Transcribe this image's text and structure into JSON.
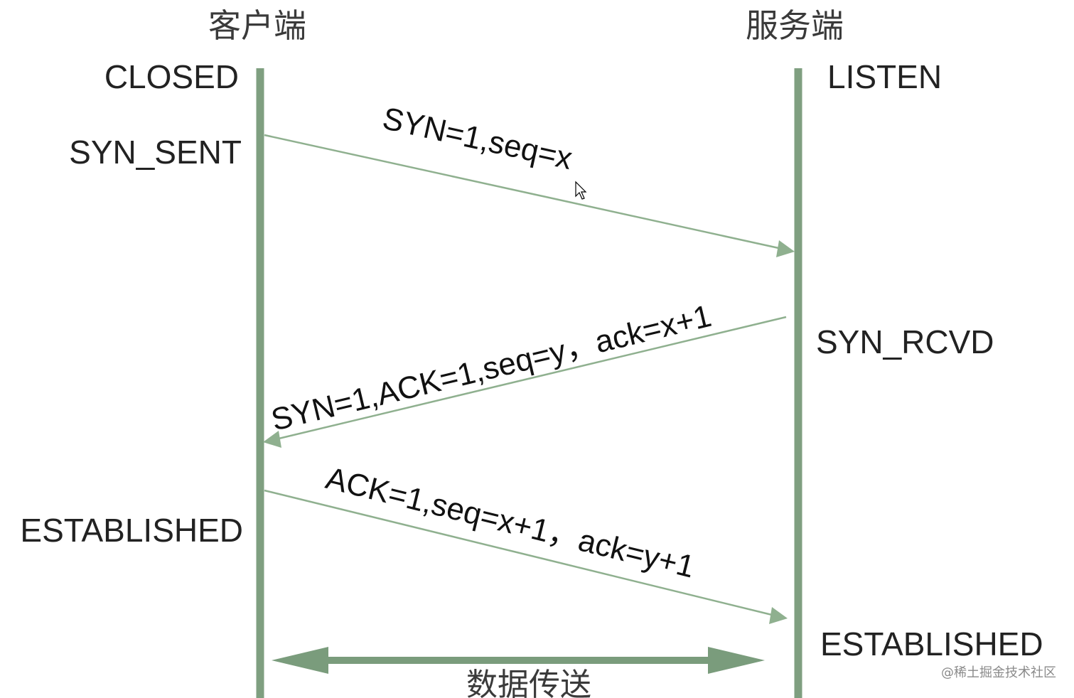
{
  "colors": {
    "lifeline": "#7f9f80",
    "message": "#8fb08f",
    "transfer": "#7a9c7c",
    "text": "#222222"
  },
  "lifelines": {
    "client": {
      "title": "客户端",
      "states": [
        "CLOSED",
        "SYN_SENT",
        "ESTABLISHED"
      ]
    },
    "server": {
      "title": "服务端",
      "states": [
        "LISTEN",
        "SYN_RCVD",
        "ESTABLISHED"
      ]
    }
  },
  "messages": [
    {
      "label": "SYN=1,seq=x",
      "from": "client",
      "to": "server"
    },
    {
      "label": "SYN=1,ACK=1,seq=y，ack=x+1",
      "from": "server",
      "to": "client"
    },
    {
      "label": "ACK=1,seq=x+1，ack=y+1",
      "from": "client",
      "to": "server"
    }
  ],
  "data_transfer": {
    "label": "数据传送"
  },
  "watermark": "@稀土掘金技术社区"
}
